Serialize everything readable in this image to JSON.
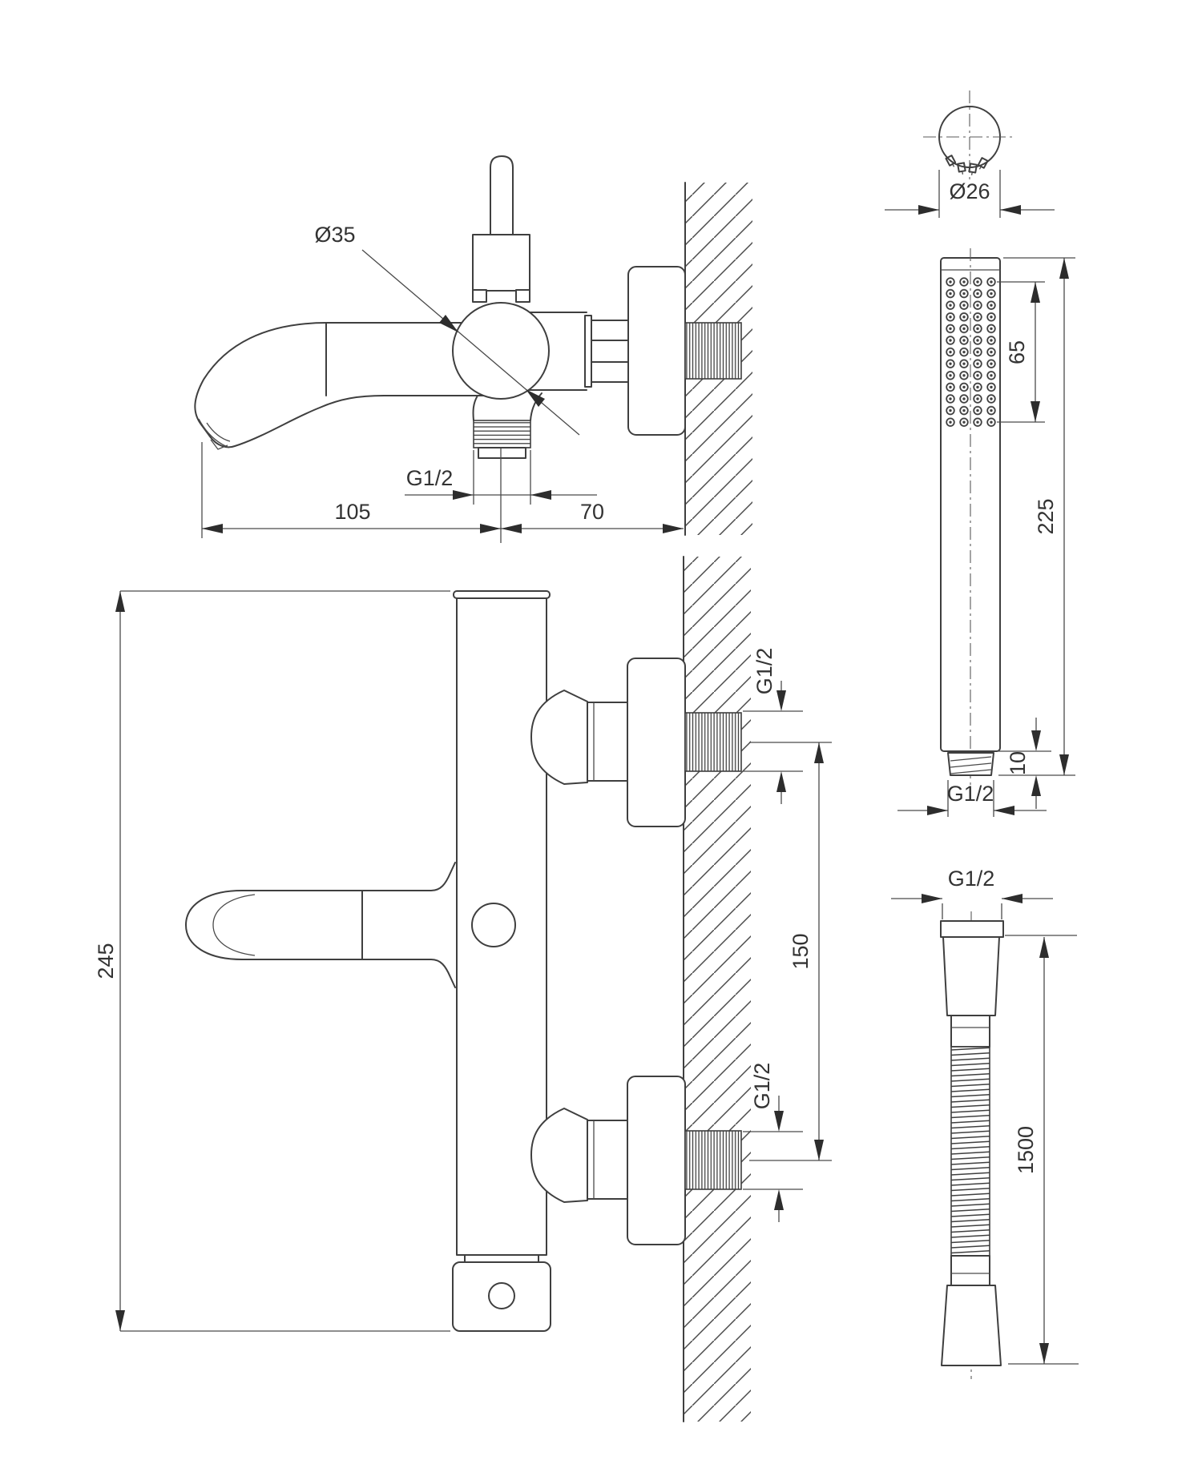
{
  "drawing": {
    "type": "technical-dimension-drawing",
    "subject": "wall-mounted bath shower mixer with handshower and hose",
    "colors": {
      "line": "#3f3f3f",
      "text": "#333333",
      "background": "#ffffff"
    },
    "views": {
      "mixer_side": {
        "labels": {
          "valve_diameter": "Ø35",
          "outlet_thread": "G1/2",
          "spout_projection": "105",
          "outlet_to_wall": "70"
        }
      },
      "mixer_front": {
        "labels": {
          "total_height": "245",
          "top_connection_thread": "G1/2",
          "connection_spacing": "150",
          "bottom_connection_thread": "G1/2"
        }
      },
      "handshower": {
        "labels": {
          "head_diameter": "Ø26",
          "spray_face_length": "65",
          "total_length": "225",
          "connector_length": "10",
          "connector_thread": "G1/2"
        }
      },
      "hose": {
        "labels": {
          "connector_thread": "G1/2",
          "length": "1500"
        }
      }
    }
  }
}
